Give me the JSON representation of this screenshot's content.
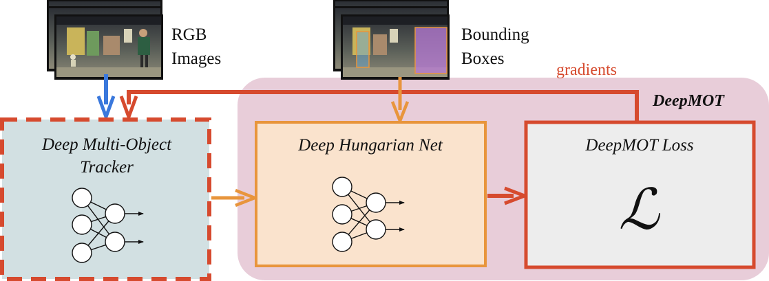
{
  "inputs": {
    "rgb": {
      "line1": "RGB",
      "line2": "Images"
    },
    "bbox": {
      "line1": "Bounding",
      "line2": "Boxes"
    }
  },
  "feedback_label": "gradients",
  "region_label": "DeepMOT",
  "tracker": {
    "line1": "Deep Multi-Object",
    "line2": "Tracker"
  },
  "hungarian": {
    "title": "Deep Hungarian Net"
  },
  "loss": {
    "title": "DeepMOT Loss",
    "symbol": "ℒ"
  },
  "colors": {
    "region_fill": "#e8cdd9",
    "tracker_fill": "#d2e0e2",
    "hungarian_fill": "#fae3cd",
    "loss_fill": "#ededed",
    "red": "#d64a2e",
    "orange": "#e8953c",
    "blue": "#3a78dc"
  },
  "icons": [
    "photo-stack-icon",
    "bounding-box-photo-stack-icon",
    "neural-net-icon"
  ]
}
